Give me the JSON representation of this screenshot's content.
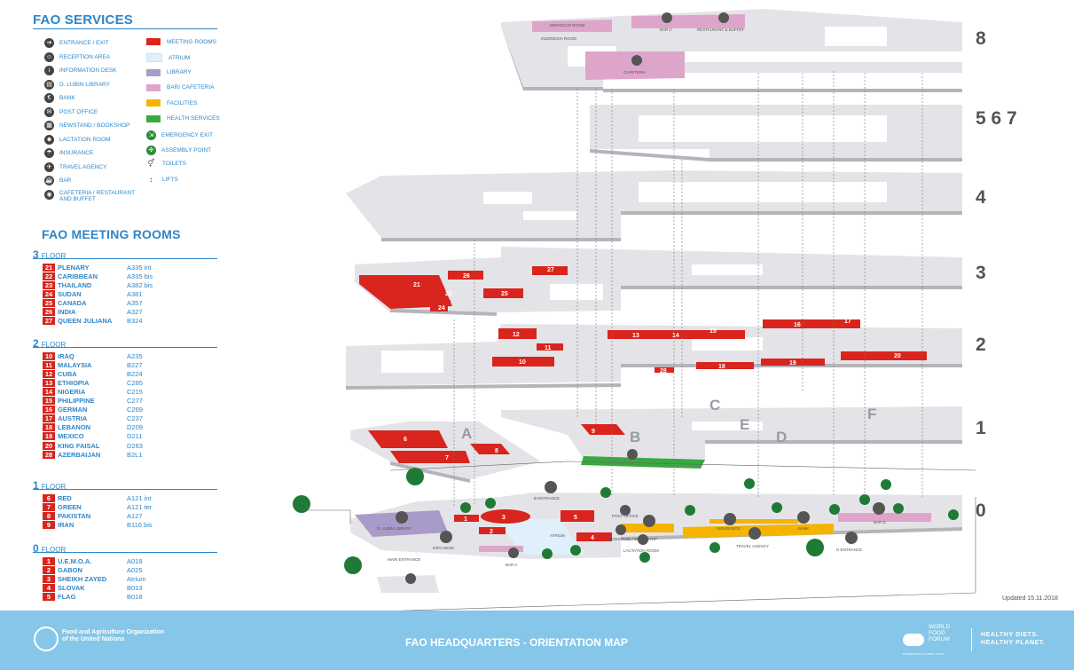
{
  "services": {
    "title": "FAO SERVICES",
    "col1": [
      {
        "label": "ENTRANCE / EXIT",
        "icon": "arrow-right-icon",
        "glyph": "➔"
      },
      {
        "label": "RECEPTION AREA",
        "icon": "reception-icon",
        "glyph": "☺"
      },
      {
        "label": "INFORMATION DESK",
        "icon": "info-icon",
        "glyph": "i"
      },
      {
        "label": "D. LUBIN LIBRARY",
        "icon": "book-icon",
        "glyph": "▤"
      },
      {
        "label": "BANK",
        "icon": "euro-icon",
        "glyph": "€"
      },
      {
        "label": "POST OFFICE",
        "icon": "mail-icon",
        "glyph": "✉"
      },
      {
        "label": "NEWSTAND / BOOKSHOP",
        "icon": "newspaper-icon",
        "glyph": "▦"
      },
      {
        "label": "LACTATION ROOM",
        "icon": "baby-icon",
        "glyph": "☻"
      },
      {
        "label": "INSURANCE",
        "icon": "umbrella-icon",
        "glyph": "☂"
      },
      {
        "label": "TRAVEL AGENCY",
        "icon": "plane-icon",
        "glyph": "✈"
      },
      {
        "label": "BAR",
        "icon": "cup-icon",
        "glyph": "☕"
      },
      {
        "label": "CAFETERIA / RESTAURANT\nAND BUFFET",
        "icon": "plate-icon",
        "glyph": "◉"
      }
    ],
    "col2": [
      {
        "label": "MEETING ROOMS",
        "color": "#d9251d"
      },
      {
        "label": "ATRIUM",
        "color": "#dff0fb"
      },
      {
        "label": "LIBRARY",
        "color": "#a99bc9"
      },
      {
        "label": "BAR/ CAFETERIA",
        "color": "#dea5cb"
      },
      {
        "label": "FACILITIES",
        "color": "#f4b400"
      },
      {
        "label": "HEALTH SERVICES",
        "color": "#3aa842"
      },
      {
        "label": "EMERGENCY EXIT",
        "icon": "emergency-exit-icon",
        "glyph": "⇲"
      },
      {
        "label": "ASSEMBLY POINT",
        "icon": "assembly-point-icon",
        "glyph": "✣"
      },
      {
        "label": "TOILETS",
        "icon": "toilets-icon",
        "glyph": "⚥"
      },
      {
        "label": "LIFTS",
        "icon": "lift-icon",
        "glyph": "↕"
      }
    ]
  },
  "meeting_rooms": {
    "title": "FAO MEETING ROOMS",
    "floors": [
      {
        "num": "3",
        "label": "FLOOR",
        "rooms": [
          {
            "no": "21",
            "name": "PLENARY",
            "code": "A335 int"
          },
          {
            "no": "22",
            "name": "CARIBBEAN",
            "code": "A335 bis"
          },
          {
            "no": "23",
            "name": "THAILAND",
            "code": "A382 bis"
          },
          {
            "no": "24",
            "name": "SUDAN",
            "code": "A381"
          },
          {
            "no": "25",
            "name": "CANADA",
            "code": "A357"
          },
          {
            "no": "26",
            "name": "INDIA",
            "code": "A327"
          },
          {
            "no": "27",
            "name": "QUEEN JULIANA",
            "code": "B324"
          }
        ]
      },
      {
        "num": "2",
        "label": "FLOOR",
        "rooms": [
          {
            "no": "10",
            "name": "IRAQ",
            "code": "A235"
          },
          {
            "no": "11",
            "name": "MALAYSIA",
            "code": "B227"
          },
          {
            "no": "12",
            "name": "CUBA",
            "code": "B224"
          },
          {
            "no": "13",
            "name": "ETHIOPIA",
            "code": "C285"
          },
          {
            "no": "14",
            "name": "NIGERIA",
            "code": "C215"
          },
          {
            "no": "15",
            "name": "PHILIPPINE",
            "code": "C277"
          },
          {
            "no": "16",
            "name": "GERMAN",
            "code": "C269"
          },
          {
            "no": "17",
            "name": "AUSTRIA",
            "code": "C237"
          },
          {
            "no": "18",
            "name": "LEBANON",
            "code": "D209"
          },
          {
            "no": "19",
            "name": "MEXICO",
            "code": "D211"
          },
          {
            "no": "20",
            "name": "KING FAISAL",
            "code": "D263"
          },
          {
            "no": "28",
            "name": "AZERBAIJAN",
            "code": "B2L1"
          }
        ]
      },
      {
        "num": "1",
        "label": "FLOOR",
        "rooms": [
          {
            "no": "6",
            "name": "RED",
            "code": "A121 int"
          },
          {
            "no": "7",
            "name": "GREEN",
            "code": "A121 ter"
          },
          {
            "no": "8",
            "name": "PAKISTAN",
            "code": "A127"
          },
          {
            "no": "9",
            "name": "IRAN",
            "code": "B116 bis"
          }
        ]
      },
      {
        "num": "0",
        "label": "FLOOR",
        "rooms": [
          {
            "no": "1",
            "name": "U.E.M.O.A.",
            "code": "A018"
          },
          {
            "no": "2",
            "name": "GABON",
            "code": "A025"
          },
          {
            "no": "3",
            "name": "SHEIKH ZAYED",
            "code": "Atrium"
          },
          {
            "no": "4",
            "name": "SLOVAK",
            "code": "B013"
          },
          {
            "no": "5",
            "name": "FLAG",
            "code": "B018"
          }
        ]
      }
    ]
  },
  "map": {
    "floor_labels": [
      "8",
      "5 6 7",
      "4",
      "3",
      "2",
      "1",
      "0"
    ],
    "building_letters": [
      "A",
      "B",
      "C",
      "D",
      "E",
      "F"
    ],
    "floor8": {
      "labels": [
        "MOROCCO ROOM",
        "INDONESIA ROOM",
        "BAR C",
        "RESTAURANT & BUFFET",
        "CAFETERIA"
      ]
    },
    "floor3_rooms": [
      "21",
      "22",
      "23",
      "24",
      "25",
      "26",
      "27"
    ],
    "floor2_rooms": [
      "10",
      "11",
      "12",
      "13",
      "14",
      "15",
      "16",
      "17",
      "18",
      "19",
      "20",
      "28"
    ],
    "floor1_rooms": [
      "6",
      "7",
      "8",
      "9"
    ],
    "floor0_rooms": [
      "1",
      "2",
      "3",
      "4",
      "5"
    ],
    "floor0_labels": {
      "library": "D. LUBIN LIBRARY",
      "info": "INFO DESK",
      "main_entrance": "MAIN ENTRANCE",
      "reception": "RECEPTION AREA",
      "bar_a": "BAR A",
      "atrium": "ATRIUM",
      "b_entrance": "B ENTRANCE",
      "post_office": "POST OFFICE",
      "newstand": "NEWSTAND /\nBOOKSHOP",
      "lactation": "LACTATION ROOM",
      "insurance": "INSURANCE",
      "travel": "TRAVEL AGENCY",
      "bank": "BANK",
      "d_entrance": "D ENTRANCE",
      "bar_d": "BAR D"
    },
    "updated": "Updated 15.11.2018"
  },
  "footer": {
    "org": "Food and Agriculture Organization\nof the United Nations",
    "title": "FAO HEADQUARTERS - ORIENTATION MAP",
    "wff": "WORLD\nFOOD\nFORUM",
    "wff_sub": "POWERED BY ● GLOBAL YOUTH",
    "tagline": "HEALTHY DIETS.\nHEALTHY PLANET."
  },
  "colors": {
    "accent": "#2e86c9",
    "meeting": "#d9251d",
    "slab": "#d3d3d8",
    "footer": "#86c6e8",
    "health": "#3aa842",
    "facilities": "#f4b400",
    "library": "#a99bc9",
    "bar": "#dea5cb",
    "atrium": "#dff0fb"
  }
}
